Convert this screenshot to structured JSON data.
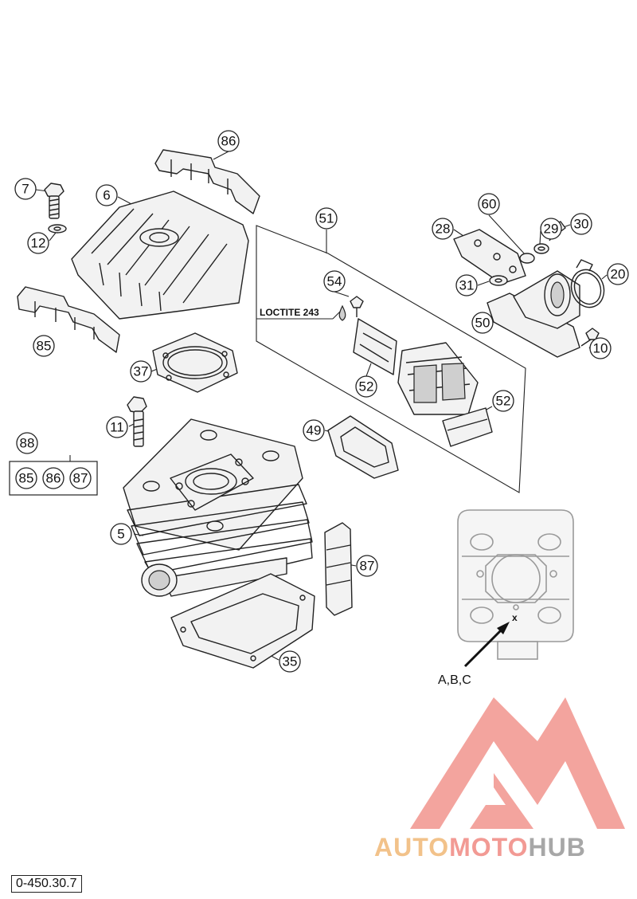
{
  "callouts": [
    {
      "id": "c86",
      "label": "86"
    },
    {
      "id": "c7",
      "label": "7"
    },
    {
      "id": "c6",
      "label": "6"
    },
    {
      "id": "c12",
      "label": "12"
    },
    {
      "id": "c85",
      "label": "85"
    },
    {
      "id": "c37",
      "label": "37"
    },
    {
      "id": "c11",
      "label": "11"
    },
    {
      "id": "c88",
      "label": "88"
    },
    {
      "id": "c85b",
      "label": "85"
    },
    {
      "id": "c86b",
      "label": "86"
    },
    {
      "id": "c87b",
      "label": "87"
    },
    {
      "id": "c5",
      "label": "5"
    },
    {
      "id": "c87",
      "label": "87"
    },
    {
      "id": "c35",
      "label": "35"
    },
    {
      "id": "c51",
      "label": "51"
    },
    {
      "id": "c54",
      "label": "54"
    },
    {
      "id": "c52a",
      "label": "52"
    },
    {
      "id": "c52b",
      "label": "52"
    },
    {
      "id": "c49",
      "label": "49"
    },
    {
      "id": "c60",
      "label": "60"
    },
    {
      "id": "c28",
      "label": "28"
    },
    {
      "id": "c29",
      "label": "29"
    },
    {
      "id": "c30",
      "label": "30"
    },
    {
      "id": "c20",
      "label": "20"
    },
    {
      "id": "c31",
      "label": "31"
    },
    {
      "id": "c50",
      "label": "50"
    },
    {
      "id": "c10",
      "label": "10"
    }
  ],
  "notes": {
    "loctite": "LOCTITE 243",
    "reference_marker": "x",
    "reference_label": "A,B,C"
  },
  "drawing_number": "0-450.30.7",
  "watermark": {
    "part1": "AUTO",
    "part2": "MOTO",
    "part3": "HUB"
  },
  "colors": {
    "line": "#222222",
    "reference_drawing": "#9a9a9a",
    "watermark_red": "#f29a94",
    "watermark_orange": "#f2c28a",
    "watermark_gray": "#a7a7a7"
  }
}
